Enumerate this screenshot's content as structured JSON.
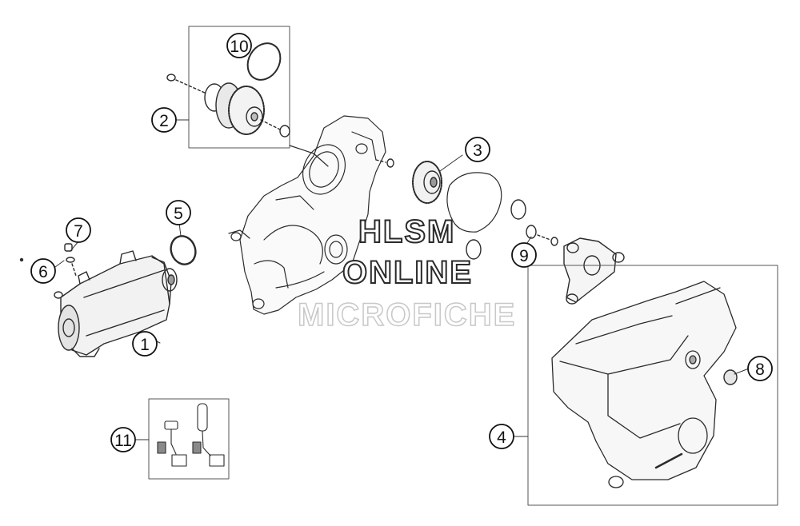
{
  "callouts": [
    "1",
    "2",
    "3",
    "4",
    "5",
    "6",
    "7",
    "8",
    "9",
    "10",
    "11"
  ],
  "watermark": {
    "line1": "HLSM",
    "line2": "ONLINE",
    "line3": "MICROFICHE"
  }
}
